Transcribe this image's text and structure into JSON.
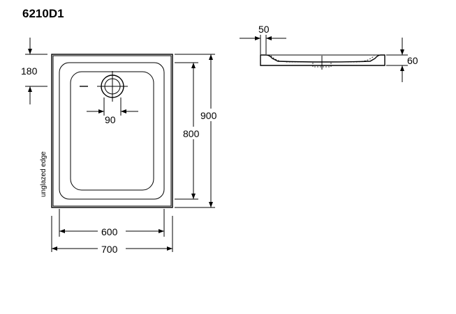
{
  "product_code": "6210D1",
  "dimensions": {
    "outer_width": "700",
    "inner_width": "600",
    "outer_length": "900",
    "inner_length": "800",
    "waste_offset": "180",
    "waste_diameter": "90",
    "rim_width": "50",
    "height": "60"
  },
  "notes": {
    "edge": "unglazed edge"
  }
}
